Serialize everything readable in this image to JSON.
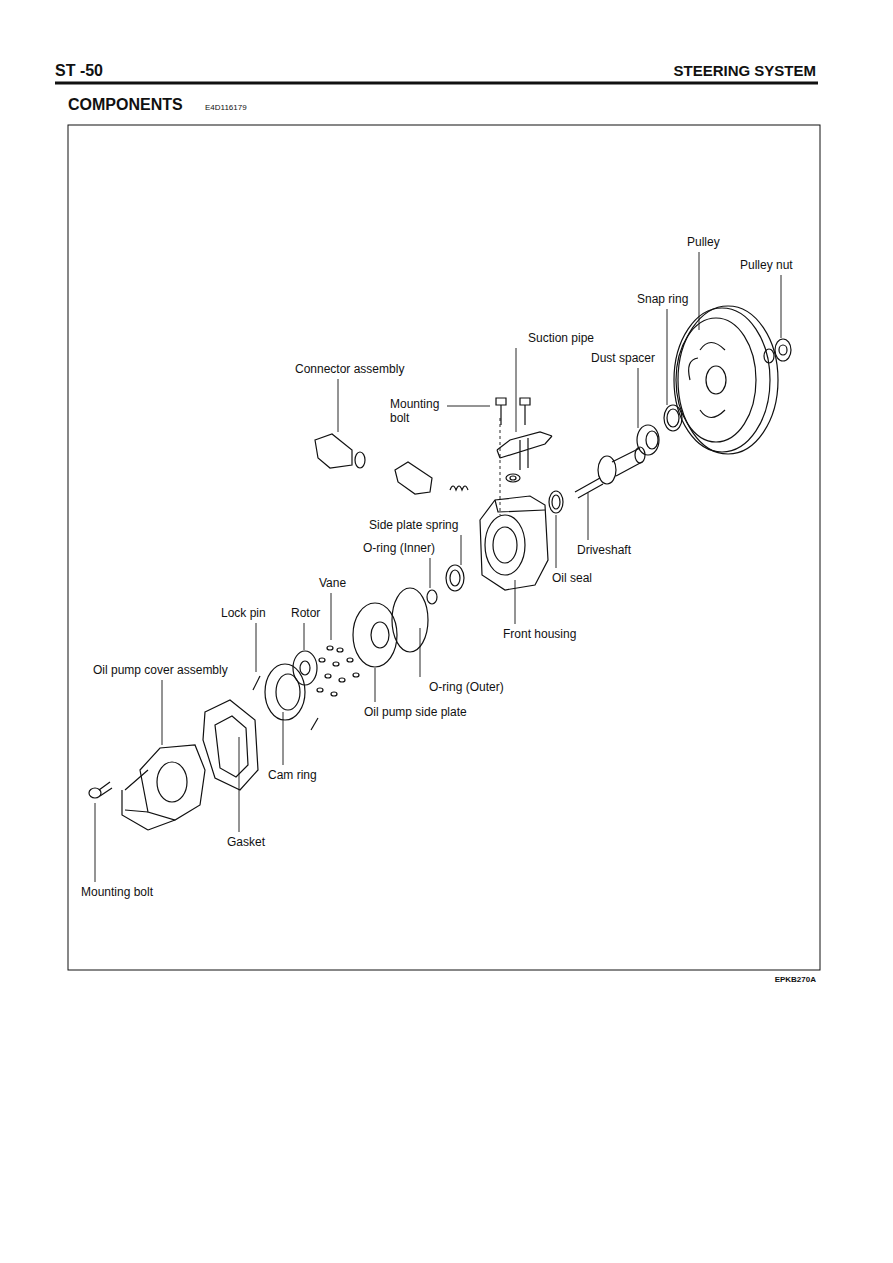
{
  "diagram": {
    "title": "COMPONENTS",
    "labels": [
      "ST -50",
      "STEERING SYSTEM",
      "E4D116179",
      "Pulley",
      "Pulley nut",
      "Snap ring",
      "Suction pipe",
      "Dust spacer",
      "Connector assembly",
      "Mounting bolt",
      "Side plate spring",
      "O-ring (Inner)",
      "Driveshaft",
      "Vane",
      "Oil seal",
      "Lock pin",
      "Rotor",
      "Front housing",
      "Oil pump cover assembly",
      "O-ring (Outer)",
      "Oil pump side plate",
      "Cam ring",
      "Gasket",
      "Mounting bolt",
      "EPKB270A"
    ]
  }
}
